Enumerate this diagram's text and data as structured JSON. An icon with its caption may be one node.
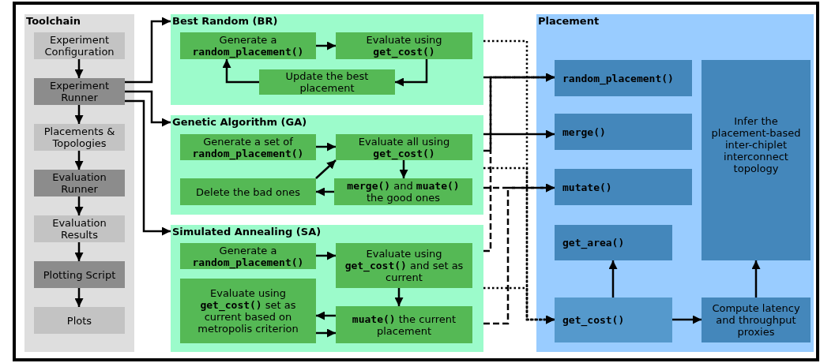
{
  "diagram": {
    "nodes": [
      {
        "text": [
          "Toolchain"
        ]
      },
      {
        "text": [
          "Experiment Configuration"
        ],
        "in": 0
      },
      {
        "text": [
          "Experiment Runner"
        ],
        "in": 0
      },
      {
        "text": [
          "Placements & Topologies"
        ],
        "in": 0
      },
      {
        "text": [
          "Evaluation Runner"
        ],
        "in": 0
      },
      {
        "text": [
          "Evaluation Results"
        ],
        "in": 0
      },
      {
        "text": [
          "Plotting Script"
        ],
        "in": 0
      },
      {
        "text": [
          "Plots"
        ],
        "in": 0
      },
      {
        "text": [
          "Best Random (BR)"
        ]
      },
      {
        "text": [
          "Generate a **random_placement()**"
        ],
        "in": 8
      },
      {
        "text": [
          "Evaluate using **get_cost()**"
        ],
        "in": 8
      },
      {
        "text": [
          "Update the best placement"
        ],
        "in": 8
      },
      {
        "text": [
          "Genetic Algorithm (GA)"
        ]
      },
      {
        "text": [
          "Generate a set of **random_placement()**"
        ],
        "in": 12
      },
      {
        "text": [
          "Evaluate all using **get_cost()**"
        ],
        "in": 12
      },
      {
        "text": [
          "Delete the bad ones"
        ],
        "in": 12
      },
      {
        "text": [
          "**merge()** and **muate()** the good ones"
        ],
        "in": 12
      },
      {
        "text": [
          "Simulated Annealing (SA)"
        ]
      },
      {
        "text": [
          "Generate a **random_placement()**"
        ],
        "in": 17
      },
      {
        "text": [
          "Evaluate using **get_cost()** and set as current"
        ],
        "in": 17
      },
      {
        "text": [
          "Evaluate using **get_cost()** set as current based on metropolis criterion"
        ],
        "in": 17
      },
      {
        "text": [
          "**muate()** the current placement"
        ],
        "in": 17
      },
      {
        "text": [
          "Placement"
        ]
      },
      {
        "text": [
          "random_placement()"
        ],
        "in": 22
      },
      {
        "text": [
          "merge()"
        ],
        "in": 22
      },
      {
        "text": [
          "mutate()"
        ],
        "in": 22
      },
      {
        "text": [
          "get_area()"
        ],
        "in": 22
      },
      {
        "text": [
          "get_cost()"
        ],
        "in": 22
      },
      {
        "text": [
          "Infer the placement-based inter-chiplet interconnect topology"
        ],
        "in": 22
      },
      {
        "text": [
          "Compute latency and throughput proxies"
        ],
        "in": 22
      }
    ],
    "edges": [
      {
        "from": 1,
        "to": 2,
        "arrow": "to"
      },
      {
        "from": 2,
        "to": 3,
        "arrow": "to"
      },
      {
        "from": 3,
        "to": 4,
        "arrow": "to"
      },
      {
        "from": 4,
        "to": 5,
        "arrow": "to"
      },
      {
        "from": 5,
        "to": 6,
        "arrow": "to"
      },
      {
        "from": 6,
        "to": 7,
        "arrow": "to"
      },
      {
        "from": 2,
        "to": 8,
        "arrow": "to"
      },
      {
        "from": 2,
        "to": 12,
        "arrow": "to"
      },
      {
        "from": 2,
        "to": 17,
        "arrow": "to"
      },
      {
        "from": 9,
        "to": 10,
        "arrow": "to"
      },
      {
        "from": 10,
        "to": 11,
        "arrow": "to"
      },
      {
        "from": 11,
        "to": 9,
        "arrow": "to"
      },
      {
        "from": 13,
        "to": 14,
        "arrow": "to"
      },
      {
        "from": 14,
        "to": 16,
        "arrow": "to"
      },
      {
        "from": 16,
        "to": 15,
        "arrow": "to"
      },
      {
        "from": 15,
        "to": 14,
        "arrow": "to"
      },
      {
        "from": 18,
        "to": 19,
        "arrow": "to"
      },
      {
        "from": 19,
        "to": 21,
        "arrow": "to"
      },
      {
        "from": 21,
        "to": 20,
        "arrow": "to"
      },
      {
        "from": 20,
        "to": 21,
        "arrow": "to"
      },
      {
        "from": 8,
        "to": 23,
        "arrow": "to",
        "style": "dashed"
      },
      {
        "from": 12,
        "to": 23,
        "arrow": "to",
        "style": "dashed"
      },
      {
        "from": 17,
        "to": 23,
        "arrow": "to",
        "style": "dashed"
      },
      {
        "from": 12,
        "to": 24,
        "arrow": "to"
      },
      {
        "from": 12,
        "to": 25,
        "arrow": "to",
        "style": "dashed"
      },
      {
        "from": 17,
        "to": 25,
        "arrow": "to",
        "style": "dashed"
      },
      {
        "from": 8,
        "to": 27,
        "arrow": "to",
        "style": "dashed"
      },
      {
        "from": 12,
        "to": 27,
        "arrow": "to",
        "style": "dashed"
      },
      {
        "from": 17,
        "to": 27,
        "arrow": "to",
        "style": "dashed"
      },
      {
        "from": 27,
        "to": 26,
        "arrow": "to"
      },
      {
        "from": 27,
        "to": 29,
        "arrow": "to"
      },
      {
        "from": 29,
        "to": 28,
        "arrow": "to"
      }
    ]
  }
}
